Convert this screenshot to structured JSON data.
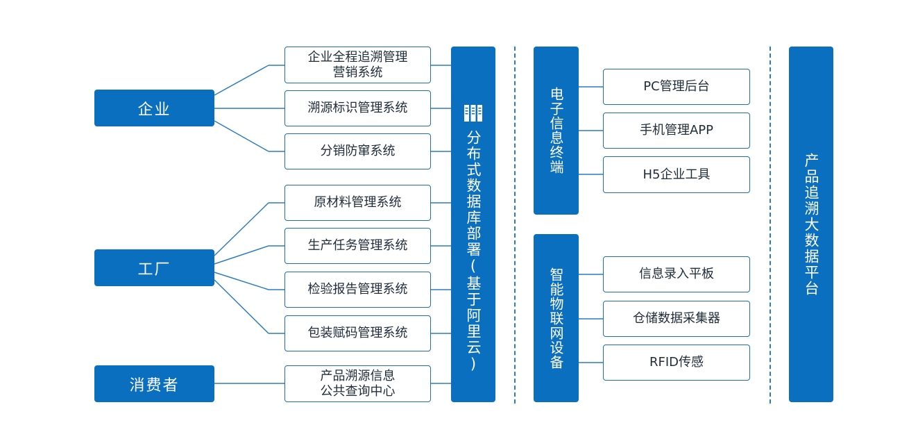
{
  "sources": {
    "enterprise": "企业",
    "factory": "工厂",
    "consumer": "消费者"
  },
  "systems": {
    "enterprise_trace_line1": "企业全程追溯管理",
    "enterprise_trace_line2": "营销系统",
    "trace_id": "溯源标识管理系统",
    "anti_fleeing": "分销防窜系统",
    "raw_material": "原材料管理系统",
    "production_task": "生产任务管理系统",
    "inspection_report": "检验报告管理系统",
    "packaging_code": "包装赋码管理系统",
    "consumer_query_line1": "产品溯源信息",
    "consumer_query_line2": "公共查询中心"
  },
  "database": {
    "label": "分布式数据库部署(基于阿里云)",
    "icon": "server-rack-icon"
  },
  "terminals": {
    "label": "电子信息终端",
    "items": [
      "PC管理后台",
      "手机管理APP",
      "H5企业工具"
    ]
  },
  "iot": {
    "label": "智能物联网设备",
    "items": [
      "信息录入平板",
      "仓储数据采集器",
      "RFID传感"
    ]
  },
  "platform": {
    "label": "产品追溯大数据平台"
  },
  "colors": {
    "primary_blue": "#0b6fc0",
    "line_blue": "#2b7cc4"
  }
}
